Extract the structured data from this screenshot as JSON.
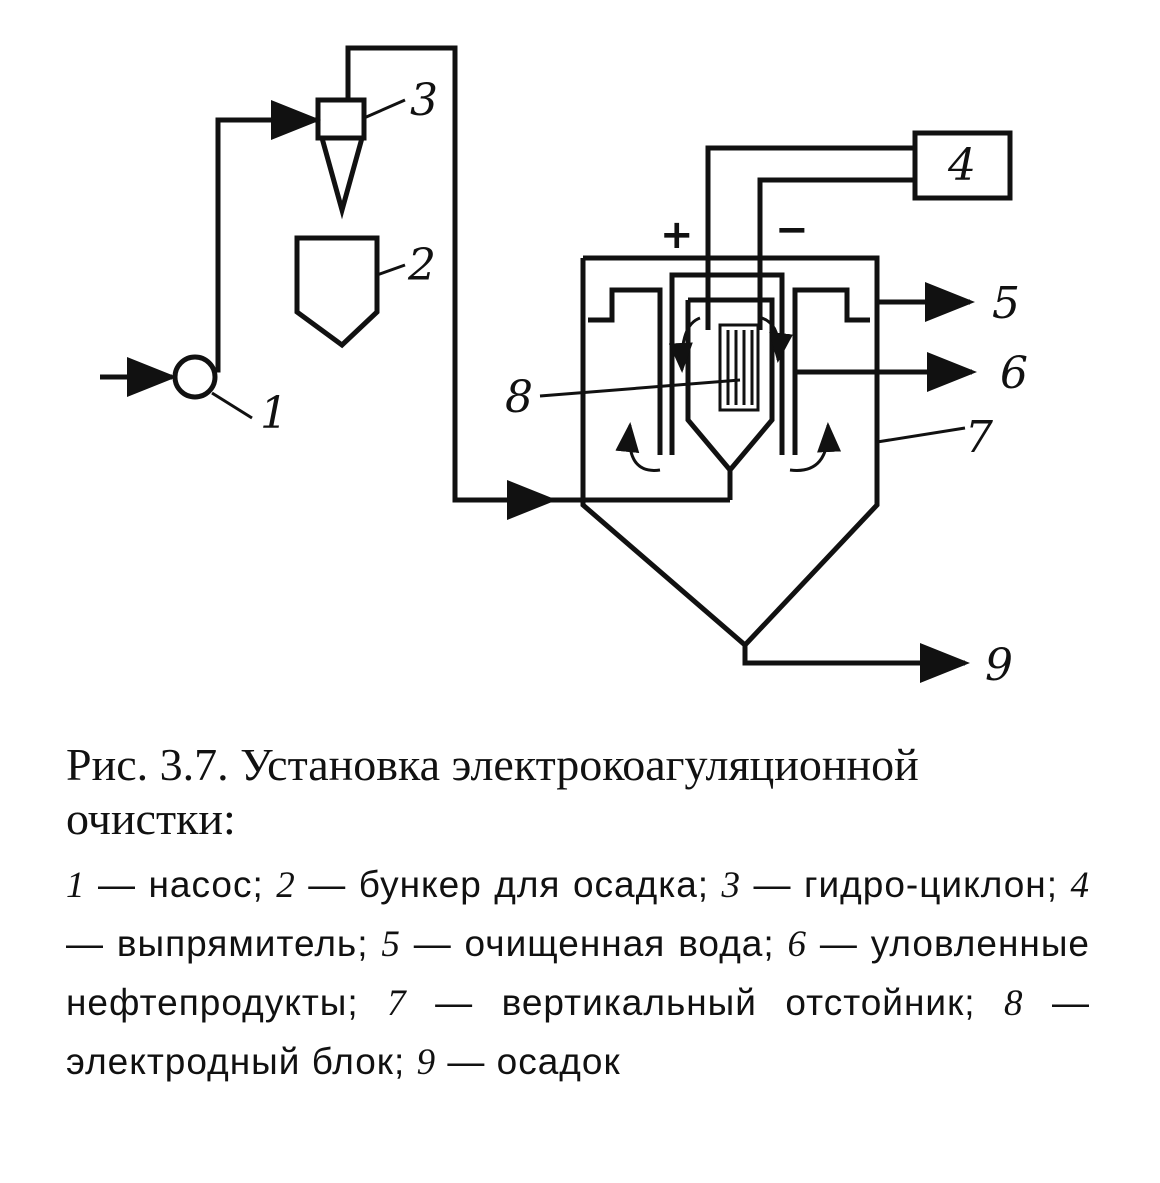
{
  "diagram": {
    "labels": {
      "pump": "1",
      "sludge_hopper": "2",
      "hydrocyclone": "3",
      "rectifier": "4",
      "purified_water": "5",
      "oil_products": "6",
      "settler": "7",
      "electrode_block": "8",
      "sediment": "9"
    },
    "plus_sign": "+",
    "minus_sign": "−"
  },
  "caption": {
    "title": "Рис. 3.7. Установка электрокоагуляционной очистки:",
    "legend": [
      {
        "num": "1",
        "text": "— насос;"
      },
      {
        "num": "2",
        "text": "— бункер для осадка;"
      },
      {
        "num": "3",
        "text": "— гидро-циклон;"
      },
      {
        "num": "4",
        "text": "— выпрямитель;"
      },
      {
        "num": "5",
        "text": "— очищенная вода;"
      },
      {
        "num": "6",
        "text": "— уловленные нефтепродукты;"
      },
      {
        "num": "7",
        "text": "— вертикальный отстойник;"
      },
      {
        "num": "8",
        "text": "— электродный блок;"
      },
      {
        "num": "9",
        "text": "— осадок"
      }
    ]
  }
}
